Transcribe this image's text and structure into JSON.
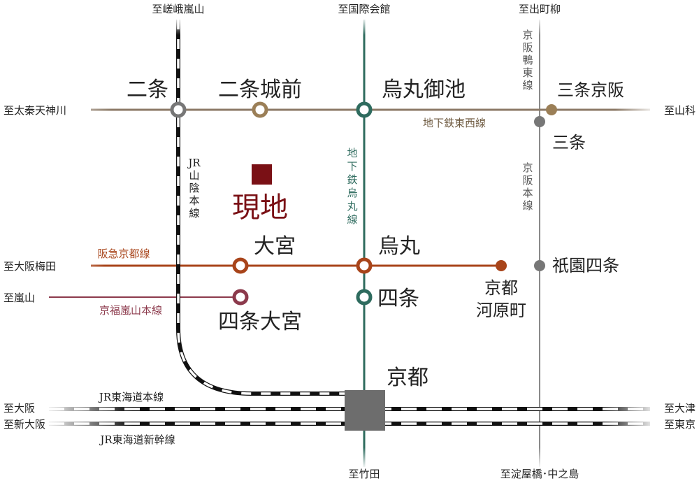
{
  "colors": {
    "tozai": "#8b7966",
    "karasuma": "#2e6b5e",
    "keihan": "#8a8a8a",
    "hankyu": "#a8441a",
    "randen": "#8c3a4c",
    "site": "#7a1015",
    "kyoto_station": "#6d6d6d"
  },
  "directions": {
    "top_sagaarashiyama": "至嵯峨嵐山",
    "top_kokusaikaikan": "至国際会館",
    "top_demachiyanagi": "至出町柳",
    "left_uzumasatenjingawa": "至太秦天神川",
    "right_yamashina": "至山科",
    "left_osakaumeda": "至大阪梅田",
    "left_arashiyama": "至嵐山",
    "left_osaka": "至大阪",
    "left_shinosaka": "至新大阪",
    "right_otsu": "至大津",
    "right_tokyo": "至東京",
    "bottom_takeda": "至竹田",
    "bottom_yodoyabashi": "至淀屋橋･中之島"
  },
  "stations": {
    "nijo": "二条",
    "nijojomae": "二条城前",
    "karasumaoike": "烏丸御池",
    "sanjokeihan": "三条京阪",
    "sanjo": "三条",
    "omiya": "大宮",
    "karasuma": "烏丸",
    "kyoto_kawaramachi_1": "京都",
    "kyoto_kawaramachi_2": "河原町",
    "gionshijo": "祇園四条",
    "shijo": "四条",
    "shijoomiya": "四条大宮",
    "kyoto": "京都"
  },
  "lines": {
    "keihan_oto": [
      "京",
      "阪",
      "鴨",
      "東",
      "線"
    ],
    "keihan_main": [
      "京",
      "阪",
      "本",
      "線"
    ],
    "tozai": "地下鉄東西線",
    "karasuma": [
      "地",
      "下",
      "鉄",
      "烏",
      "丸",
      "線"
    ],
    "jr_sanin": [
      "JR",
      "山",
      "陰",
      "本",
      "線"
    ],
    "hankyu": "阪急京都線",
    "randen": "京福嵐山本線",
    "jr_tokaido": "JR東海道本線",
    "jr_shinkansen": "JR東海道新幹線"
  },
  "site": {
    "label": "現地"
  }
}
